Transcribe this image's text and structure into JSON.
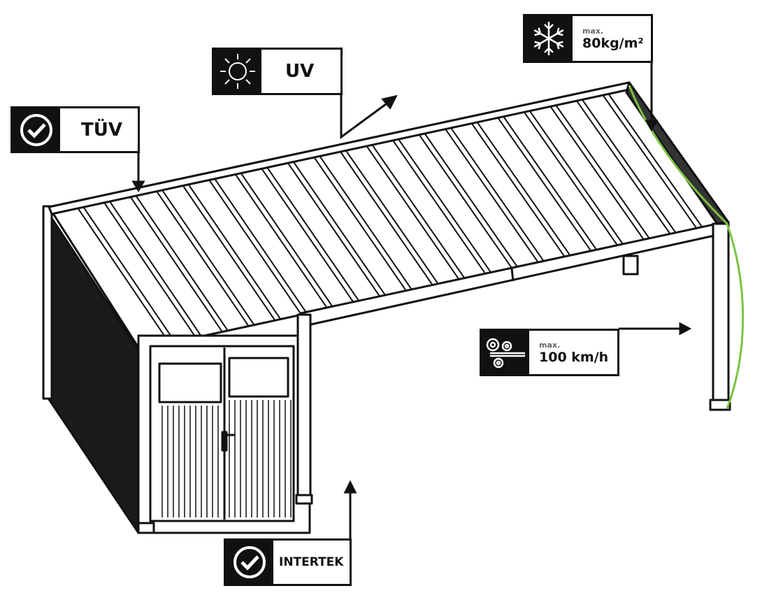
{
  "labels": {
    "tuv": {
      "text": "TÜV",
      "icon": "check-circle-icon"
    },
    "uv": {
      "text": "UV",
      "icon": "sun-icon"
    },
    "snow": {
      "prefix": "max.",
      "value": "80kg/m²",
      "icon": "snowflake-icon"
    },
    "wind": {
      "prefix": "max.",
      "value": "100 km/h",
      "icon": "wind-icon"
    },
    "intertek": {
      "text": "INTERTEK",
      "icon": "check-circle-icon"
    }
  },
  "colors": {
    "line": "#111111",
    "accent_green": "#7cc242",
    "panel_dark": "#1a1a1a"
  }
}
